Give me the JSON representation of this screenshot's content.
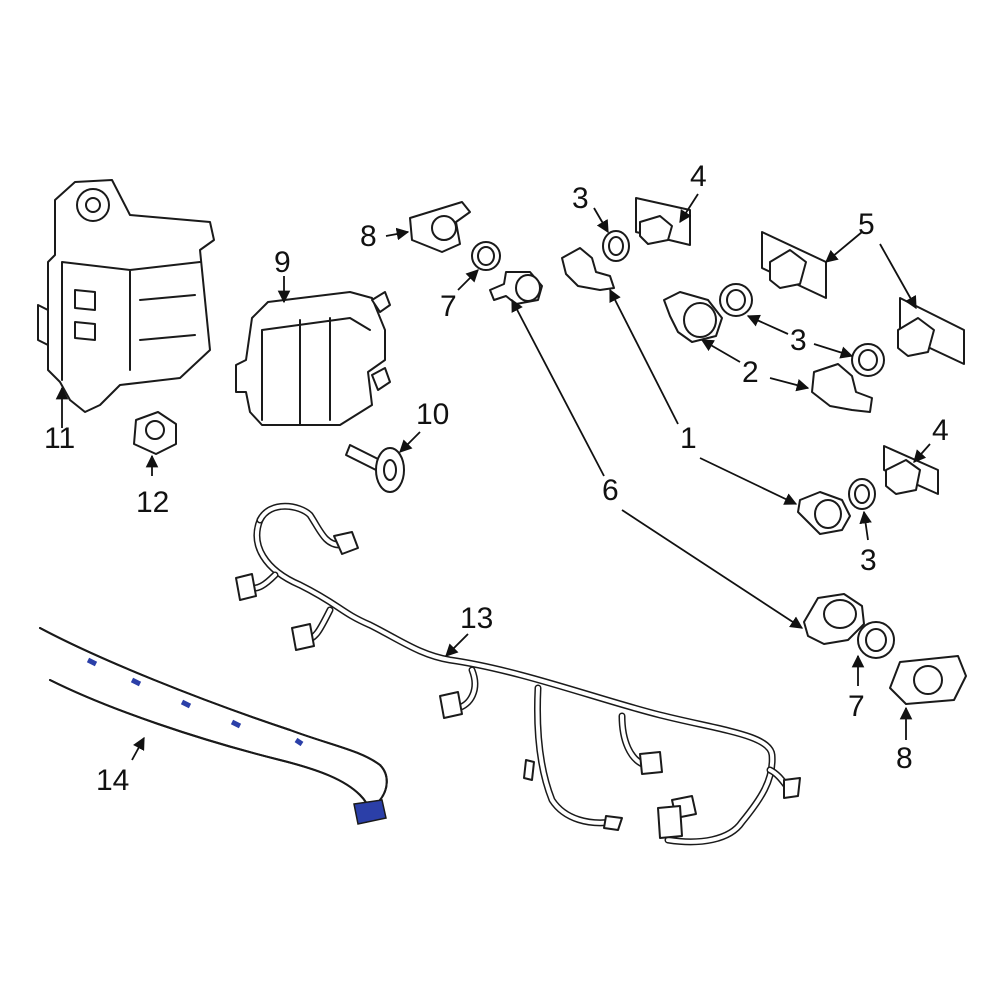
{
  "diagram": {
    "accent_color": "#2b3fa8",
    "highlighted_part": "14",
    "callouts": [
      {
        "id": "c1",
        "label": "1"
      },
      {
        "id": "c2",
        "label": "2"
      },
      {
        "id": "c3a",
        "label": "3"
      },
      {
        "id": "c3b",
        "label": "3"
      },
      {
        "id": "c3c",
        "label": "3"
      },
      {
        "id": "c4a",
        "label": "4"
      },
      {
        "id": "c4b",
        "label": "4"
      },
      {
        "id": "c5",
        "label": "5"
      },
      {
        "id": "c6",
        "label": "6"
      },
      {
        "id": "c7a",
        "label": "7"
      },
      {
        "id": "c7b",
        "label": "7"
      },
      {
        "id": "c8a",
        "label": "8"
      },
      {
        "id": "c8b",
        "label": "8"
      },
      {
        "id": "c9",
        "label": "9"
      },
      {
        "id": "c10",
        "label": "10"
      },
      {
        "id": "c11",
        "label": "11"
      },
      {
        "id": "c12",
        "label": "12"
      },
      {
        "id": "c13",
        "label": "13"
      },
      {
        "id": "c14",
        "label": "14"
      }
    ]
  }
}
